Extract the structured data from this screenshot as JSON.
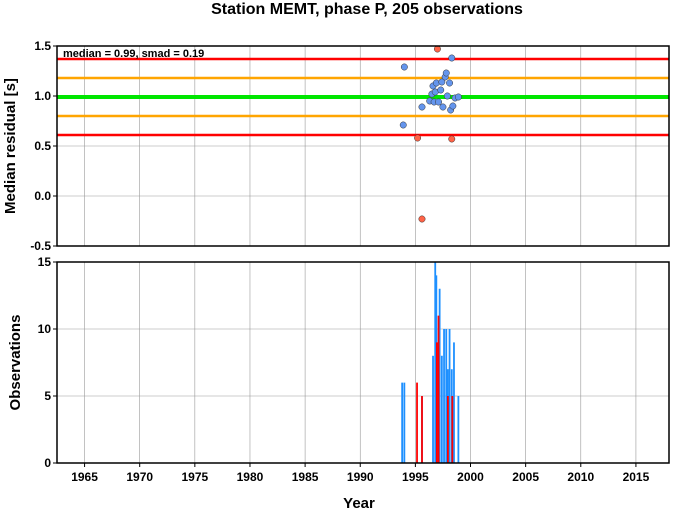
{
  "chart_data": [
    {
      "type": "scatter",
      "title": "Station MEMT, phase P, 205 observations",
      "xlabel": "",
      "ylabel": "Median residual [s]",
      "xlim": [
        1962.5,
        2018
      ],
      "ylim": [
        -0.5,
        1.5
      ],
      "x_ticks": [
        "1965",
        "1970",
        "1975",
        "1980",
        "1985",
        "1990",
        "1995",
        "2000",
        "2005",
        "2010",
        "2015"
      ],
      "y_ticks": [
        "-0.5",
        "0.0",
        "0.5",
        "1.0",
        "1.5"
      ],
      "grid": true,
      "annotation": "median = 0.99, smad = 0.19",
      "reference_lines": [
        {
          "y": 0.99,
          "color": "#00e600",
          "kind": "median"
        },
        {
          "y": 1.18,
          "color": "#ffa500",
          "kind": "plus-1-smad"
        },
        {
          "y": 0.8,
          "color": "#ffa500",
          "kind": "minus-1-smad"
        },
        {
          "y": 1.37,
          "color": "#ff0000",
          "kind": "plus-2-smad"
        },
        {
          "y": 0.61,
          "color": "#ff0000",
          "kind": "minus-2-smad"
        }
      ],
      "series": [
        {
          "color": "#6495ed",
          "points": [
            [
              1993.9,
              0.71
            ],
            [
              1994.0,
              1.29
            ],
            [
              1995.6,
              0.89
            ],
            [
              1996.3,
              0.95
            ],
            [
              1996.5,
              1.02
            ],
            [
              1996.6,
              1.1
            ],
            [
              1996.7,
              0.94
            ],
            [
              1996.8,
              1.04
            ],
            [
              1996.9,
              1.13
            ],
            [
              1997.1,
              0.94
            ],
            [
              1997.3,
              1.06
            ],
            [
              1997.4,
              1.14
            ],
            [
              1997.5,
              0.89
            ],
            [
              1997.7,
              1.19
            ],
            [
              1997.8,
              1.23
            ],
            [
              1997.9,
              1.0
            ],
            [
              1998.1,
              1.13
            ],
            [
              1998.2,
              0.86
            ],
            [
              1998.3,
              1.38
            ],
            [
              1998.4,
              0.9
            ],
            [
              1998.6,
              0.98
            ],
            [
              1998.9,
              0.99
            ]
          ]
        },
        {
          "color": "#ff6347",
          "points": [
            [
              1995.2,
              0.58
            ],
            [
              1995.6,
              -0.23
            ],
            [
              1997.0,
              1.47
            ],
            [
              1998.3,
              0.57
            ]
          ]
        }
      ]
    },
    {
      "type": "bar",
      "title": "",
      "xlabel": "Year",
      "ylabel": "Observations",
      "xlim": [
        1962.5,
        2018
      ],
      "ylim": [
        0,
        15
      ],
      "x_ticks": [
        "1965",
        "1970",
        "1975",
        "1980",
        "1985",
        "1990",
        "1995",
        "2000",
        "2005",
        "2010",
        "2015"
      ],
      "y_ticks": [
        "0",
        "5",
        "10",
        "15"
      ],
      "grid": true,
      "series": [
        {
          "color": "#1e90ff",
          "bars": [
            [
              1993.8,
              6
            ],
            [
              1994.0,
              6
            ],
            [
              1995.6,
              5
            ],
            [
              1996.6,
              8
            ],
            [
              1996.8,
              15
            ],
            [
              1996.9,
              14
            ],
            [
              1997.05,
              9
            ],
            [
              1997.2,
              13
            ],
            [
              1997.4,
              8
            ],
            [
              1997.6,
              10
            ],
            [
              1997.8,
              10
            ],
            [
              1997.95,
              7
            ],
            [
              1998.1,
              10
            ],
            [
              1998.3,
              7
            ],
            [
              1998.5,
              9
            ],
            [
              1998.9,
              5
            ]
          ]
        },
        {
          "color": "#ff0000",
          "bars": [
            [
              1995.15,
              6
            ],
            [
              1995.6,
              5
            ],
            [
              1996.95,
              9
            ],
            [
              1997.1,
              11
            ],
            [
              1997.95,
              5
            ],
            [
              1998.35,
              5
            ]
          ]
        }
      ]
    }
  ]
}
